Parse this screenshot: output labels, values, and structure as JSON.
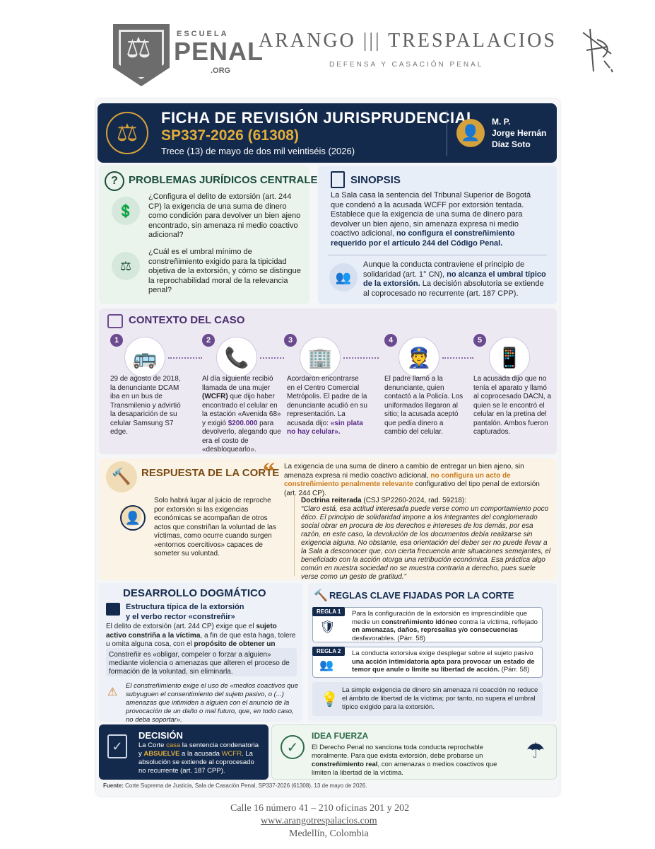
{
  "letterhead": {
    "school_line1": "ESCUELA",
    "school_line2": "PENAL",
    "school_line3": ".ORG",
    "firm_name": "ARANGO ||| TRESPALACIOS",
    "firm_subtitle": "DEFENSA Y CASACIÓN PENAL"
  },
  "header": {
    "title": "FICHA DE REVISIÓN JURISPRUDENCIAL",
    "code": "SP337-2026 (61308)",
    "date": "Trece (13) de mayo de dos mil veintiséis (2026)",
    "mp_label": "M. P.",
    "mp_name1": "Jorge Hernán",
    "mp_name2": "Díaz Soto"
  },
  "problemas": {
    "title": "PROBLEMAS JURÍDICOS CENTRALES",
    "q1": "¿Configura el delito de extorsión (art. 244 CP) la exigencia de una suma de dinero como condición para devolver un bien ajeno encontrado, sin amenaza ni medio coactivo adicional?",
    "q2": "¿Cuál es el umbral mínimo de constreñimiento exigido para la tipicidad objetiva de la extorsión, y cómo se distingue la reprochabilidad moral de la relevancia penal?"
  },
  "sinopsis": {
    "title": "SINOPSIS",
    "p1a": "La Sala casa la sentencia del Tribunal Superior de Bogotá que condenó a la acusada WCFF por extorsión tentada. Establece que la exigencia de una suma de dinero para devolver un bien ajeno, sin amenaza expresa ni medio coactivo adicional,",
    "p1b": " no configura el constreñimiento requerido por el artículo 244 del Código Penal.",
    "p2a": "Aunque la conducta contraviene el principio de solidaridad (art. 1° CN),",
    "p2b": " no alcanza el umbral típico de la extorsión.",
    "p2c": " La decisión absolutoria se extiende al coprocesado no recurrente (art. 187 CPP)."
  },
  "contexto": {
    "title": "CONTEXTO DEL CASO",
    "steps": [
      {
        "num": "1",
        "text": "29 de agosto de 2018, la denunciante DCAM iba en un bus de Transmilenio y advirtió la desaparición de su celular Samsung S7 edge."
      },
      {
        "num": "2",
        "text_a": "Al día siguiente recibió llamada de una mujer",
        "text_b": "(WCFR)",
        "text_c": " que dijo haber encontrado el celular en la estación «Avenida 68» y exigió ",
        "text_d": "$200.000",
        "text_e": " para devolverlo, alegando que era el costo de «desbloquearlo»."
      },
      {
        "num": "3",
        "text_a": "Acordaron encontrarse en el Centro Comercial Metrópolis. El padre de la denunciante acudió en su representación. La acusada dijo: ",
        "text_b": "«sin plata no hay celular»."
      },
      {
        "num": "4",
        "text": "El padre llamó a la denunciante, quien contactó a la Policía. Los uniformados llegaron al sitio; la acusada aceptó que pedía dinero a cambio del celular."
      },
      {
        "num": "5",
        "text": "La acusada dijo que no tenía el aparato y llamó al coprocesado DACN, a quien se le encontró el celular en la pretina del pantalón. Ambos fueron capturados."
      }
    ]
  },
  "respuesta": {
    "title": "RESPUESTA DE LA CORTE",
    "quote_a": "La exigencia de una suma de dinero a cambio de entregar un bien ajeno, sin amenaza expresa ni medio coactivo adicional,",
    "quote_b": " no configura un acto de constreñimiento penalmente relevante",
    "quote_c": " configurativo del tipo penal de extorsión (art. 244 CP).",
    "left_text": "Solo habrá lugar al juicio de reproche por extorsión si las exigencias económicas se acompañan de otros actos que constriñan la voluntad de las víctimas, como ocurre cuando surgen «entornos coercitivos» capaces de someter su voluntad.",
    "doctrina_label": "Doctrina reiterada",
    "doctrina_ref": " (CSJ SP2260-2024, rad. 59218):",
    "doctrina_text": "“Claro está, esa actitud interesada puede verse como un comportamiento poco ético. El principio de solidaridad impone a los integrantes del conglomerado social obrar en procura de los derechos e intereses de los demás, por esa razón, en este caso, la devolución de los documentos debía realizarse sin exigencia alguna. No obstante, esa orientación del deber ser no puede llevar a la Sala a desconocer que, con cierta frecuencia ante situaciones semejantes, el beneficiado con la acción otorga una retribución económica. Esa práctica algo común en nuestra sociedad no se muestra contraria a derecho, pues suele verse como un gesto de gratitud.”"
  },
  "desarrollo": {
    "title": "DESARROLLO DOGMÁTICO",
    "subtitle1": "Estructura típica de la extorsión",
    "subtitle2": "y el verbo rector «constreñir»",
    "p1a": "El delito de extorsión (art. 244 CP) exige que el ",
    "p1b": "sujeto activo constriña a la víctima",
    "p1c": ", a fin de que esta haga, tolere u omita alguna cosa, con el ",
    "p1d": "propósito de obtener un provecho ilícito.",
    "p2": "Constreñir es «obligar, compeler o forzar a alguien» mediante violencia o amenazas que alteren el proceso de formación de la voluntad, sin eliminarla.",
    "p3": "El constreñimiento exige el uso de «medios coactivos que subyuguen el consentimiento del sujeto pasivo, o (...) amenazas que intimiden a alguien con el anuncio de la provocación de un daño o mal futuro, que, en todo caso, no deba soportar»."
  },
  "reglas": {
    "title": "REGLAS CLAVE FIJADAS POR LA CORTE",
    "r1_tag": "REGLA 1",
    "r1a": "Para la configuración de la extorsión es imprescindible que medie un ",
    "r1b": "constreñimiento idóneo",
    "r1c": " contra la víctima, reflejado ",
    "r1d": "en amenazas, daños, represalias y/o consecuencias",
    "r1e": " desfavorables. (Párr. 58)",
    "r2_tag": "REGLA 2",
    "r2a": "La conducta extorsiva exige desplegar sobre el sujeto pasivo ",
    "r2b": "una acción intimidatoria apta para provocar un estado de temor que anule o limite su libertad de acción.",
    "r2c": " (Párr. 58)",
    "r3": "La simple exigencia de dinero sin amenaza ni coacción no reduce el ámbito de libertad de la víctima; por tanto, no supera el umbral típico exigido para la extorsión."
  },
  "decision": {
    "title": "DECISIÓN",
    "a": "La Corte ",
    "b": "casa",
    "c": " la sentencia condenatoria y ",
    "d": "ABSUELVE",
    "e": " a la acusada ",
    "f": "WCFR",
    "g": ". La absolución se extiende al coprocesado no recurrente (art. 187 CPP)."
  },
  "idea": {
    "title": "IDEA FUERZA",
    "a": "El Derecho Penal no sanciona toda conducta reprochable moralmente. Para que exista extorsión, debe probarse un ",
    "b": "constreñimiento real",
    "c": ", con amenazas o medios coactivos que limiten la libertad de la víctima."
  },
  "fuente": {
    "label": "Fuente:",
    "text": " Corte Suprema de Justicia, Sala de Casación Penal, SP337-2026 (61308), 13 de mayo de 2026."
  },
  "footer": {
    "address": "Calle 16 número 41 – 210 oficinas 201 y 202",
    "website": "www.arangotrespalacios.com",
    "city": "Medellín, Colombia"
  }
}
